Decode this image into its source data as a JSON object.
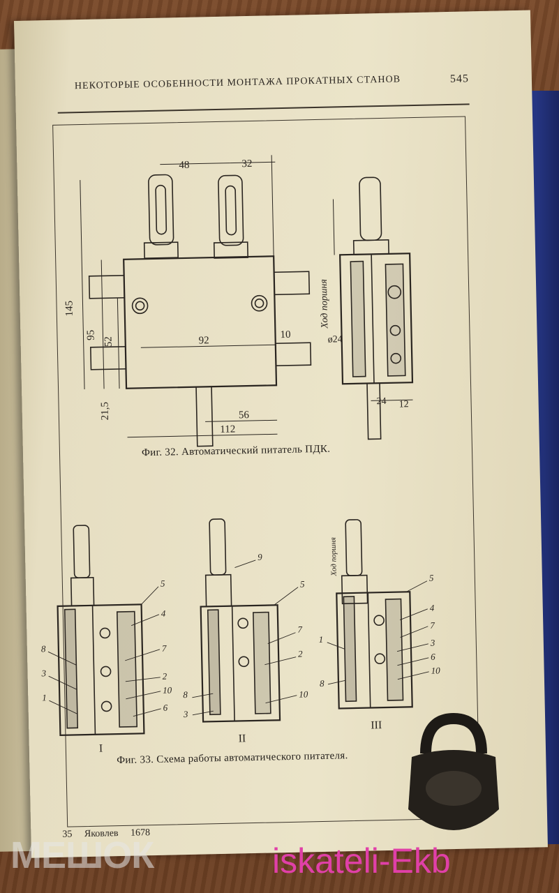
{
  "page": {
    "header_title": "НЕКОТОРЫЕ ОСОБЕННОСТИ МОНТАЖА ПРОКАТНЫХ СТАНОВ",
    "page_number": "545",
    "footer_left": "35",
    "footer_author": "Яковлев",
    "footer_code": "1678"
  },
  "figure32": {
    "caption": "Фиг. 32. Автоматический питатель ПДК.",
    "dims": {
      "d48": "48",
      "d32": "32",
      "d145": "145",
      "d95": "95",
      "d52": "52",
      "d92": "92",
      "d10": "10",
      "d21_5": "21,5",
      "d56": "56",
      "d112": "112",
      "d24": "24",
      "d12": "12",
      "dia24": "ø24",
      "stroke": "Ход поршня"
    }
  },
  "figure33": {
    "caption": "Фиг. 33. Схема работы автоматического питателя.",
    "view_labels": [
      "I",
      "II",
      "III"
    ],
    "stroke": "Ход поршня",
    "labels": {
      "v1_right": [
        "5",
        "4",
        "7",
        "2",
        "10",
        "6"
      ],
      "v1_left": [
        "8",
        "3",
        "1"
      ],
      "v2_right": [
        "5",
        "7",
        "2",
        "10"
      ],
      "v2_top": "9",
      "v2_left": [
        "8",
        "3"
      ],
      "v3_right": [
        "5",
        "4",
        "7",
        "3",
        "6",
        "10"
      ],
      "v3_left": [
        "1",
        "8"
      ]
    }
  },
  "watermarks": {
    "left": "МЕШОК",
    "right": "iskateli-Ekb"
  }
}
